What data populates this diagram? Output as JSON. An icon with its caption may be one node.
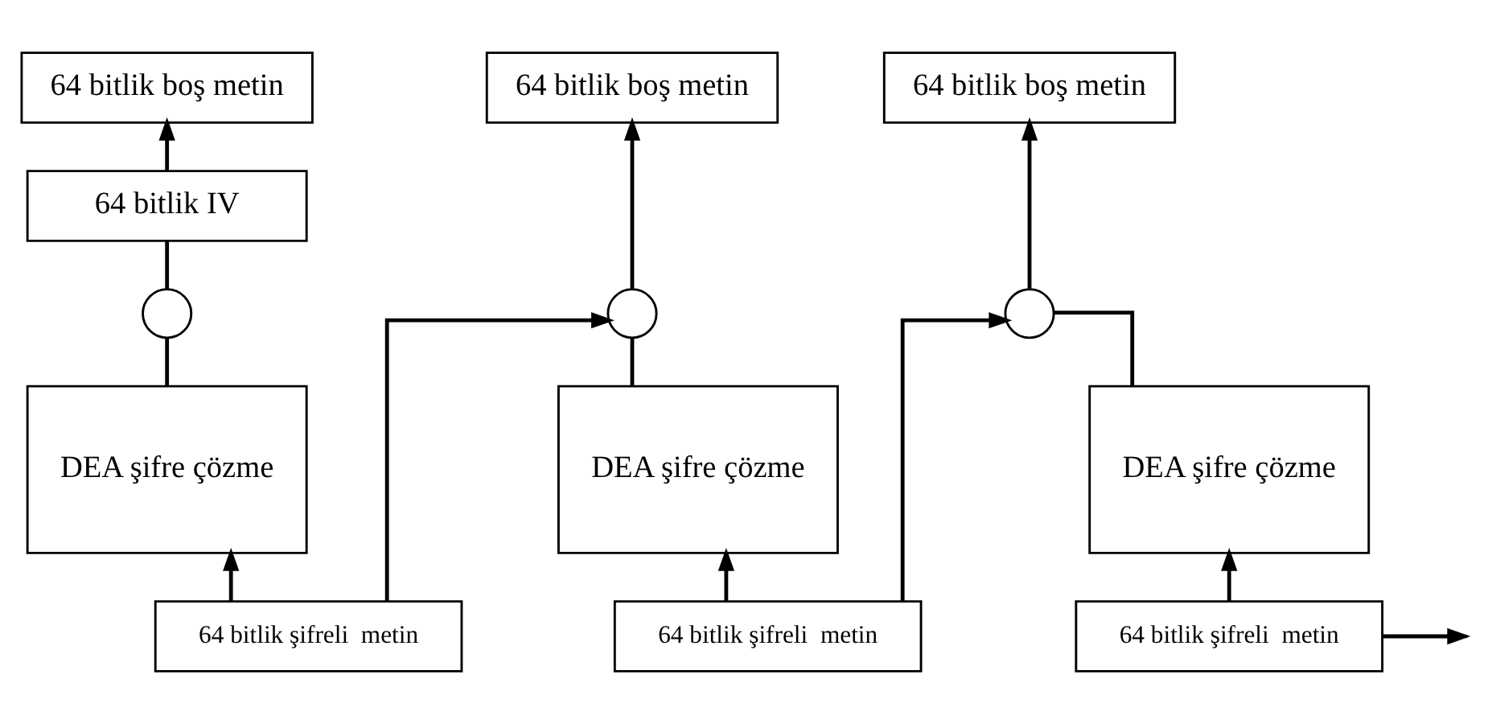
{
  "diagram": {
    "nodes": [
      {
        "text": [
          "64 bitlik boş metin"
        ]
      },
      {
        "text": [
          "64 bitlik IV"
        ]
      },
      {
        "text": [],
        "shape": "circle"
      },
      {
        "text": [
          "DEA şifre çözme"
        ]
      },
      {
        "text": [
          "64 bitlik şifreli  metin"
        ]
      },
      {
        "text": [
          "64 bitlik boş metin"
        ]
      },
      {
        "text": [],
        "shape": "circle"
      },
      {
        "text": [
          "DEA şifre çözme"
        ]
      },
      {
        "text": [
          "64 bitlik şifreli  metin"
        ]
      },
      {
        "text": [
          "64 bitlik boş metin"
        ]
      },
      {
        "text": [],
        "shape": "circle"
      },
      {
        "text": [
          "DEA şifre çözme"
        ]
      },
      {
        "text": [
          "64 bitlik şifreli  metin"
        ]
      }
    ],
    "edges": [
      {
        "from": 4,
        "to": 3,
        "arrow": "to"
      },
      {
        "from": 3,
        "to": 2,
        "arrow": "none"
      },
      {
        "from": 2,
        "to": 1,
        "arrow": "none"
      },
      {
        "from": 1,
        "to": 0,
        "arrow": "to"
      },
      {
        "from": 4,
        "to": 6,
        "arrow": "to"
      },
      {
        "from": 8,
        "to": 7,
        "arrow": "to"
      },
      {
        "from": 7,
        "to": 6,
        "arrow": "none"
      },
      {
        "from": 6,
        "to": 5,
        "arrow": "to"
      },
      {
        "from": 8,
        "to": 10,
        "arrow": "to"
      },
      {
        "from": 12,
        "to": 11,
        "arrow": "to"
      },
      {
        "from": 11,
        "to": 10,
        "arrow": "none"
      },
      {
        "from": 10,
        "to": 9,
        "arrow": "to"
      },
      {
        "from": 12,
        "to": null,
        "arrow": "to"
      }
    ]
  }
}
